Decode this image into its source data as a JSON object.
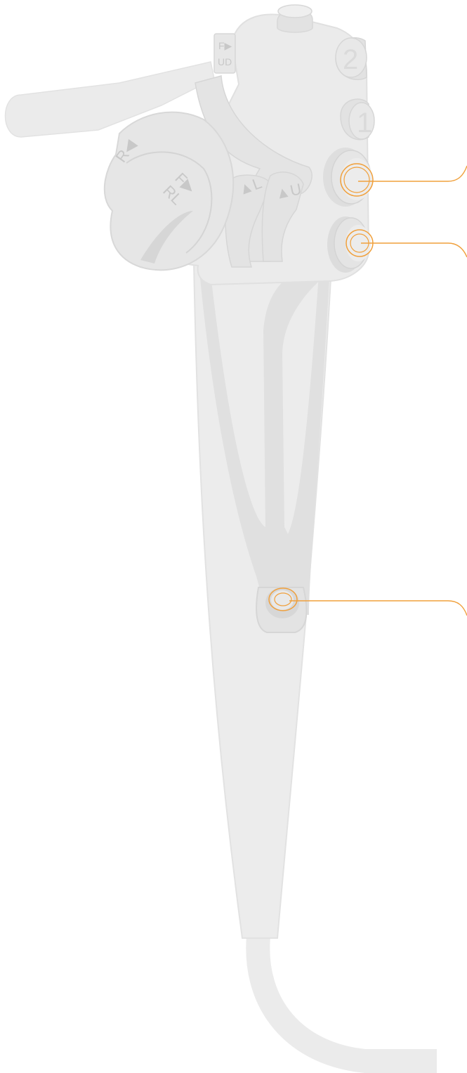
{
  "colors": {
    "body": "#ececec",
    "body_mid": "#e4e4e4",
    "body_dark": "#d9d9d9",
    "outline": "#dedede",
    "highlight": "#f0a03c",
    "background": "#ffffff"
  },
  "labels": {
    "fud_f": "F▶",
    "fud_ud": "UD",
    "button_2": "2",
    "button_1": "1",
    "knob_r": "R◀",
    "knob_frl_f": "F▶",
    "knob_frl_rl": "RL",
    "lever_l": "▲L",
    "lever_u": "▲U"
  },
  "highlights": [
    {
      "id": "upper-valve",
      "icon": "ring-icon"
    },
    {
      "id": "lower-valve",
      "icon": "ring-icon"
    },
    {
      "id": "channel-port",
      "icon": "ring-icon"
    }
  ]
}
